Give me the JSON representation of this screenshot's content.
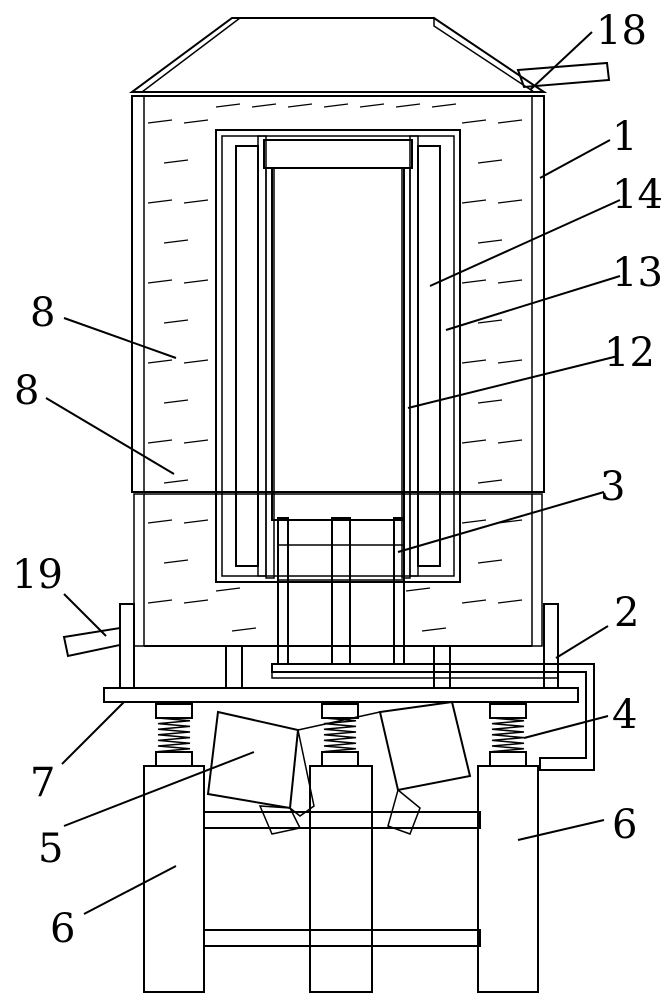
{
  "labels": {
    "l18": "18",
    "l1": "1",
    "l14": "14",
    "l13": "13",
    "l12": "12",
    "l8a": "8",
    "l8b": "8",
    "l3": "3",
    "l19": "19",
    "l2": "2",
    "l4": "4",
    "l7": "7",
    "l5": "5",
    "l6a": "6",
    "l6b": "6"
  }
}
